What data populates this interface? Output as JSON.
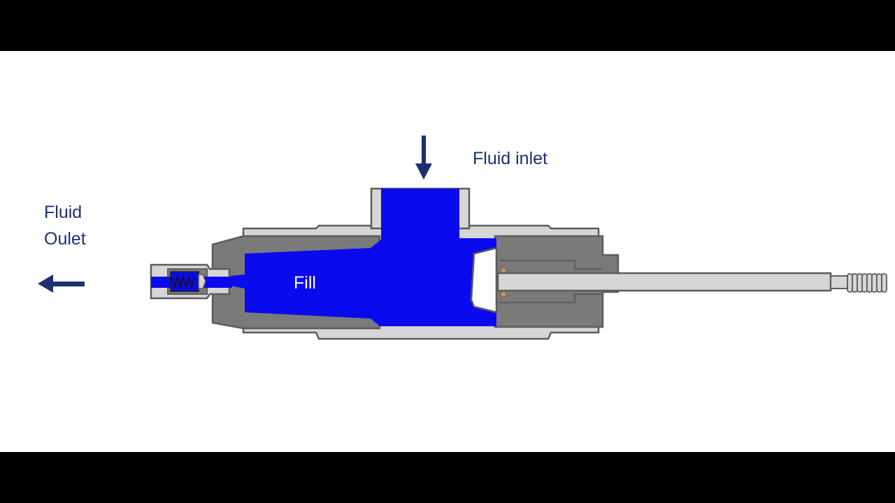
{
  "labels": {
    "fluid_inlet": "Fluid inlet",
    "fluid_outlet_line1": "Fluid",
    "fluid_outlet_line2": "Oulet",
    "fill": "Fill"
  },
  "colors": {
    "fluid": "#0a0aee",
    "body_light": "#d6d6d6",
    "body_dark": "#7a7a7a",
    "outline": "#5c5c5c",
    "arrow": "#1c3070",
    "letterbox": "#000000"
  }
}
